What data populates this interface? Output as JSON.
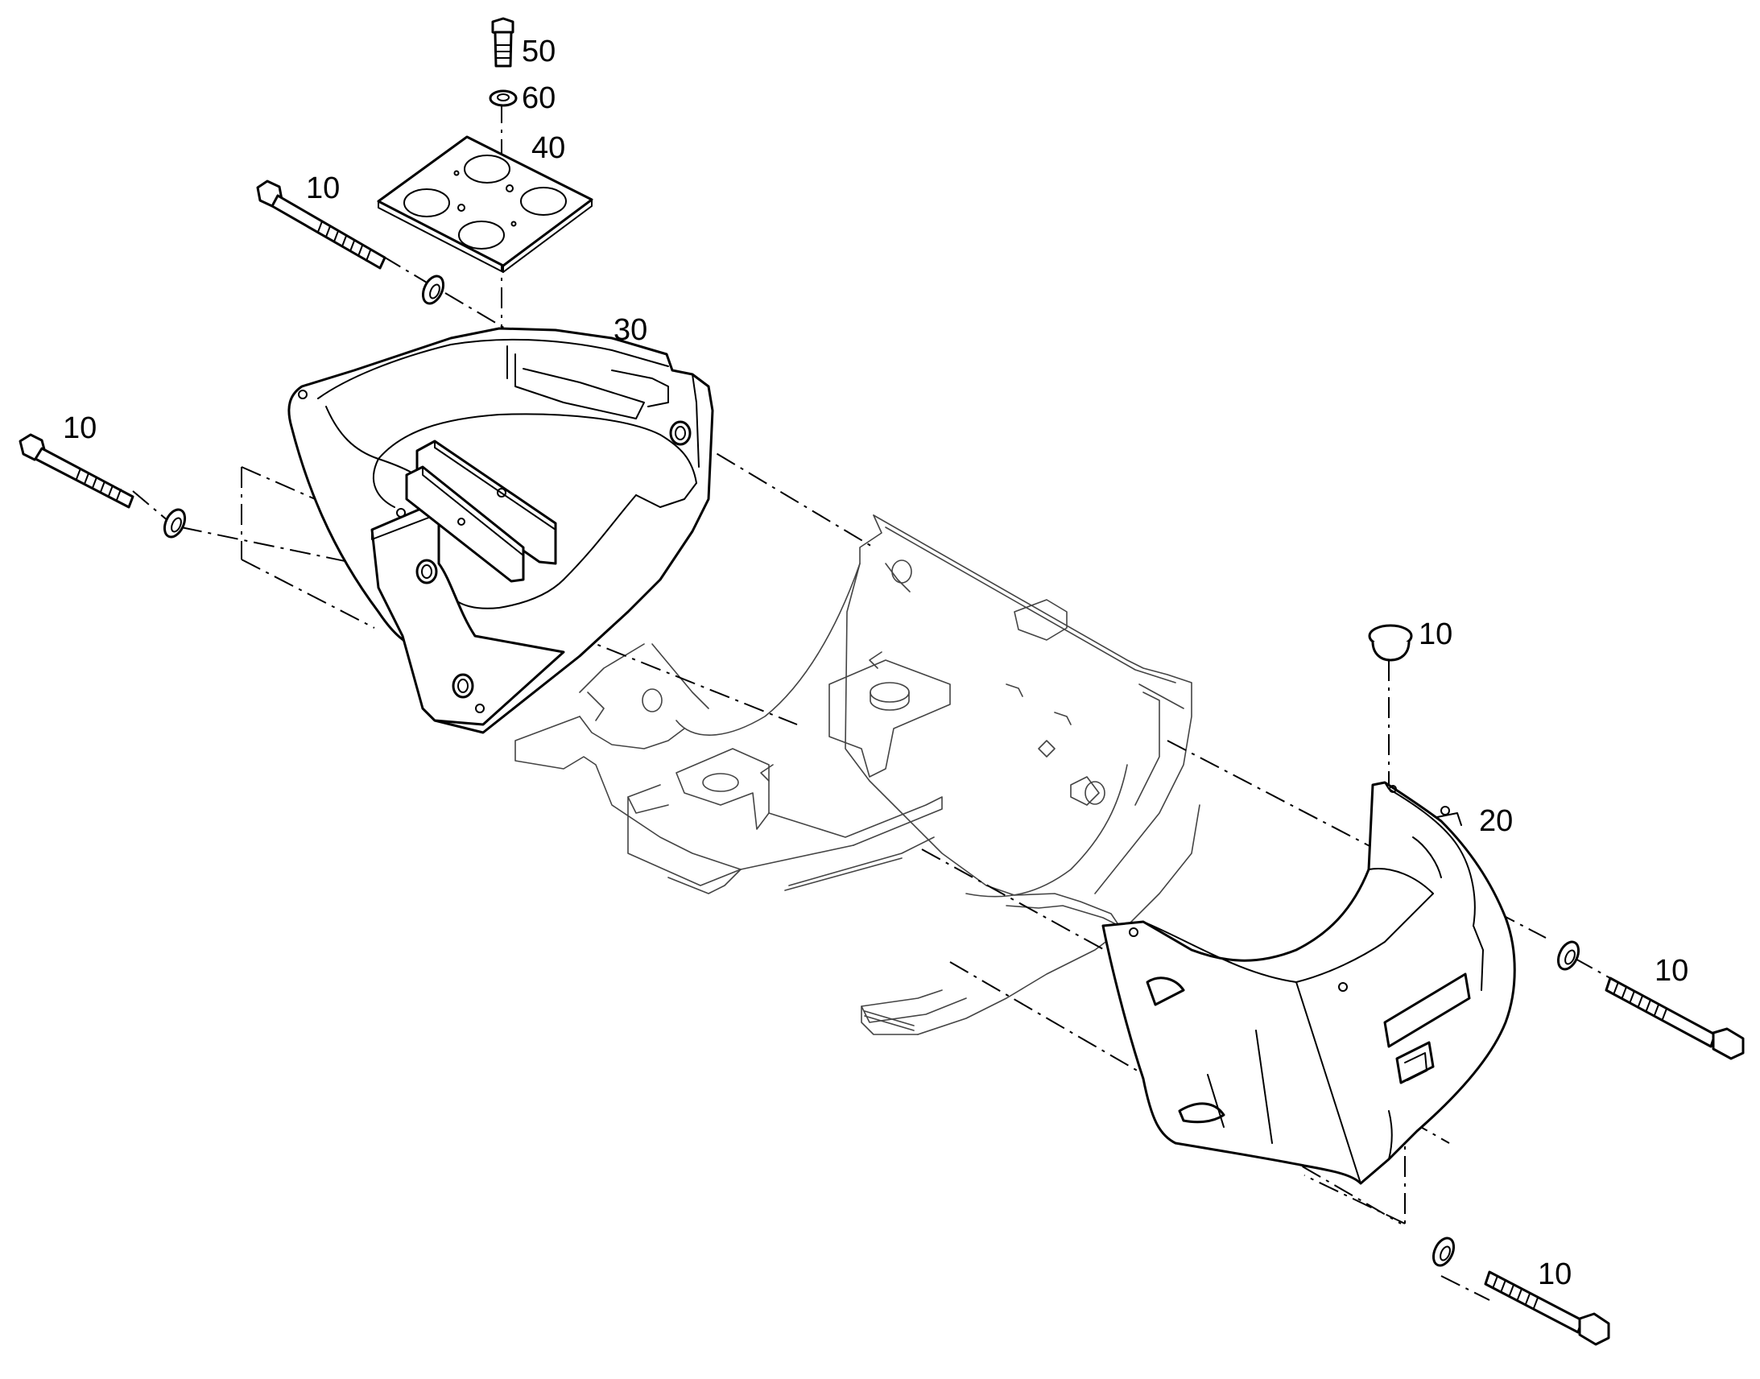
{
  "diagram": {
    "callouts": {
      "screw_top": "50",
      "washer_top": "60",
      "plate": "40",
      "bolt_upper_left": "10",
      "bolt_left": "10",
      "left_weight": "30",
      "cap": "10",
      "right_weight": "20",
      "bolt_right": "10",
      "bolt_lower_right": "10"
    },
    "colors": {
      "line": "#000000",
      "background": "#ffffff"
    }
  }
}
